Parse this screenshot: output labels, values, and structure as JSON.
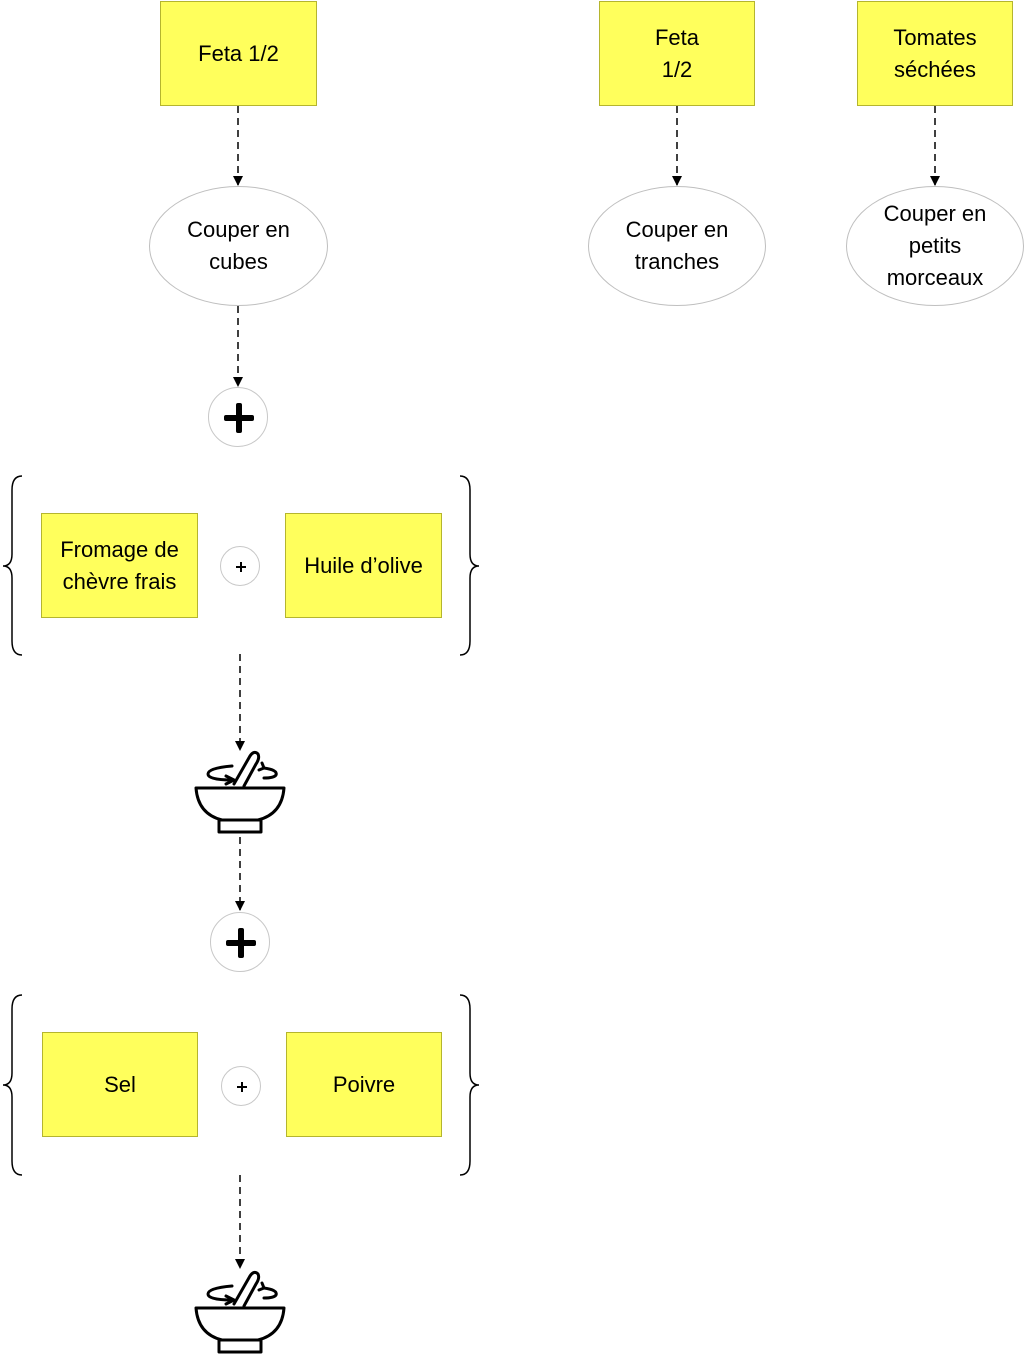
{
  "notes": {
    "feta_cubes": "Feta 1/2",
    "feta_slices": "Feta\n1/2",
    "tomates": "Tomates\nséchées",
    "fromage": "Fromage de\nchèvre frais",
    "huile": "Huile d’olive",
    "sel": "Sel",
    "poivre": "Poivre"
  },
  "actions": {
    "cubes": "Couper en\ncubes",
    "tranches": "Couper en\ntranches",
    "morceaux": "Couper en\npetits\nmorceaux"
  },
  "icons": [
    "plus-icon",
    "mixing-bowl-icon",
    "curly-brace-icon",
    "arrow-down-icon"
  ],
  "colors": {
    "note_fill": "#ffff5c",
    "line": "#000000",
    "oval_border": "#bfbfbf"
  }
}
